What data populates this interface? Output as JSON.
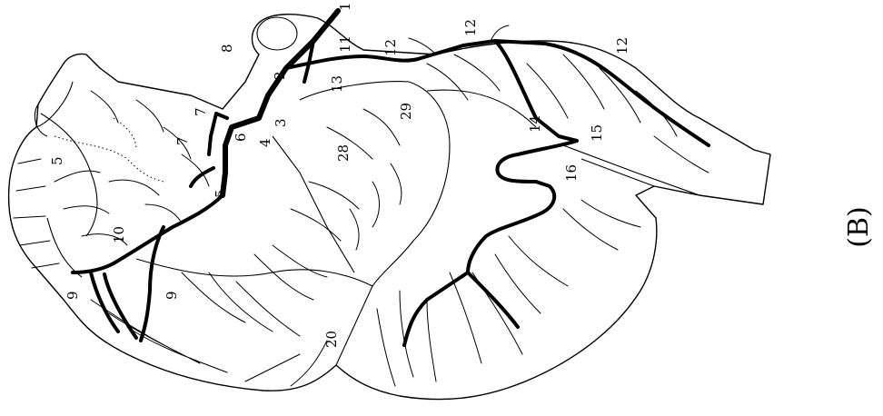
{
  "panel_label": "(B)",
  "labels": {
    "l1": "1",
    "l2": "2",
    "l3": "3",
    "l4": "4",
    "l5a": "5",
    "l5b": "5",
    "l6": "6",
    "l7a": "7",
    "l7b": "7",
    "l8": "8",
    "l9a": "9",
    "l9b": "9",
    "l10": "10",
    "l11": "11",
    "l12a": "12",
    "l12b": "12",
    "l12c": "12",
    "l13": "13",
    "l14": "14",
    "l15": "15",
    "l16": "16",
    "l20": "20",
    "l28": "28",
    "l29": "29"
  }
}
